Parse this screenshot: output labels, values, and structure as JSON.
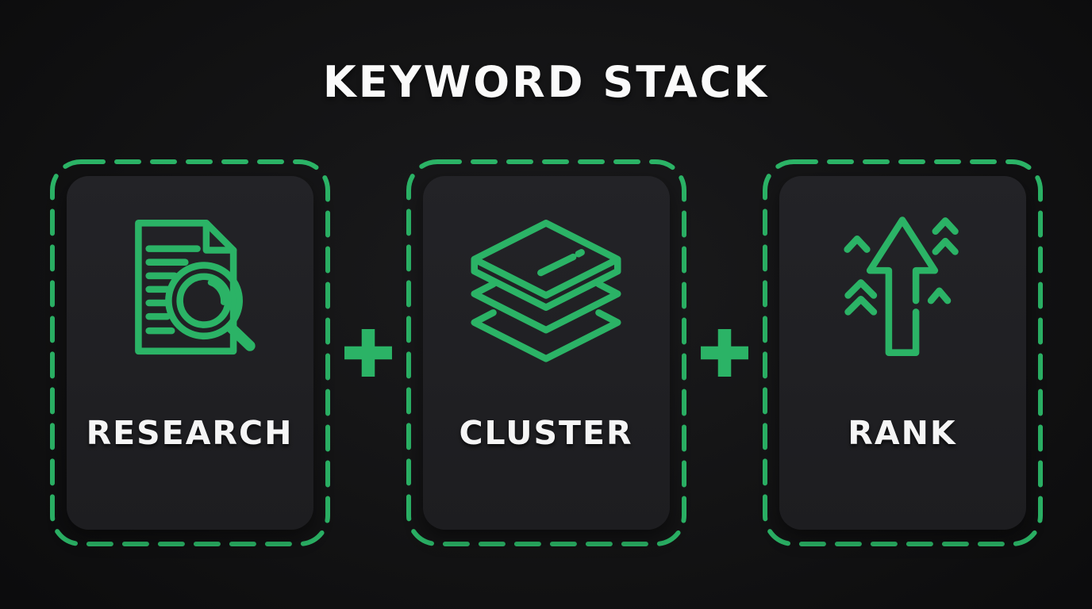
{
  "title": "KEYWORD STACK",
  "cards": [
    {
      "label": "RESEARCH",
      "icon": "document-search-icon"
    },
    {
      "label": "CLUSTER",
      "icon": "layer-stack-icon"
    },
    {
      "label": "RANK",
      "icon": "arrow-up-growth-icon"
    }
  ],
  "separator": {
    "symbol": "+",
    "icon": "plus-icon"
  },
  "colors": {
    "accent_green": "#2bb366",
    "background": "#131314",
    "card_fill": "#202024",
    "text": "#fafafa"
  }
}
